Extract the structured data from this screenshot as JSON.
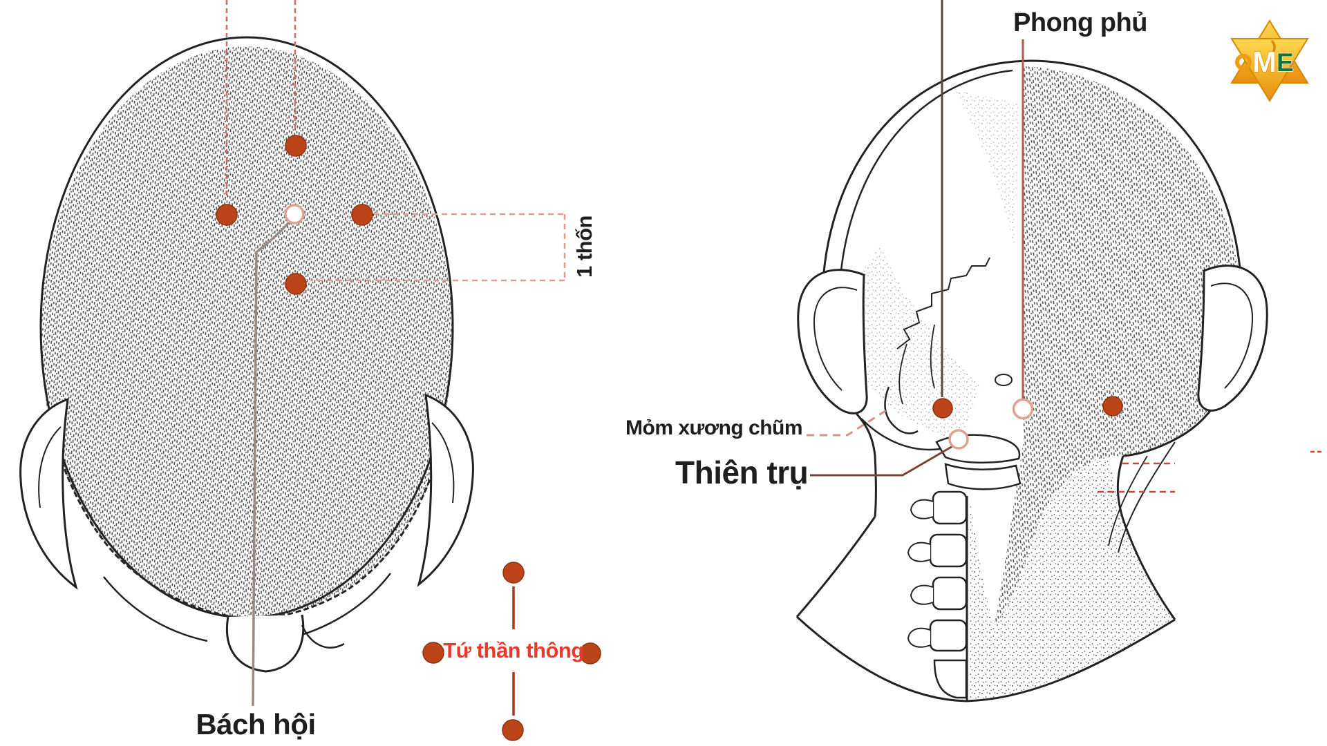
{
  "diagram": {
    "labels": {
      "bach_hoi": "Bách hội",
      "tu_than_thong": "Tứ thần thông",
      "mot_thon": "1 thốn",
      "phong_phu": "Phong phủ",
      "mom_xuong_chum": "Mỏm xương chũm",
      "thien_tru": "Thiên trụ"
    },
    "logo": {
      "letter_m": "M",
      "letter_e": "E"
    },
    "colors": {
      "point_fill": "#bc4419",
      "point_edge": "#8f3110",
      "open_ring": "#e2a091",
      "red_label": "#e8392a",
      "bracket_dash_pink": "#dc9c8f",
      "top_dash_line": "#c96f5f",
      "leader_gray": "#9a8a82",
      "leader_maroon": "#7c4238",
      "midline_red": "#b35a49",
      "mastoid_line_dark": "#564741",
      "legend_connector": "#a03b1c",
      "neck_dash_red": "#cc4437",
      "ink": "#1e1e1e",
      "logo_gold": "#f2a516",
      "logo_green": "#15733a"
    },
    "markers": {
      "left_head": {
        "open_circles": 1,
        "filled_dots": 4
      },
      "right_head": {
        "open_circles": 2,
        "filled_dots": 2
      },
      "legend": {
        "filled_dots": 4
      }
    }
  }
}
